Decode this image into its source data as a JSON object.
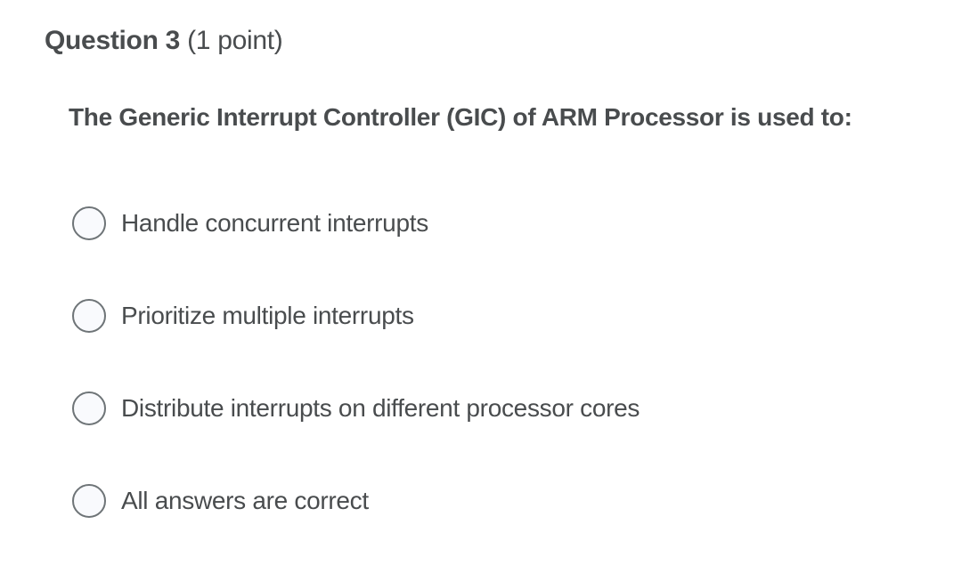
{
  "question": {
    "title": "Question 3",
    "points": "(1 point)",
    "prompt": "The Generic Interrupt Controller (GIC) of ARM Processor is used to:",
    "options": [
      {
        "label": "Handle concurrent interrupts",
        "selected": false
      },
      {
        "label": "Prioritize multiple interrupts",
        "selected": false
      },
      {
        "label": "Distribute interrupts on different processor cores",
        "selected": false
      },
      {
        "label": "All answers are correct",
        "selected": false
      }
    ]
  },
  "colors": {
    "text": "#494c4e",
    "radio_border": "#6e7477",
    "radio_fill": "#f9fafd",
    "background": "#ffffff"
  }
}
